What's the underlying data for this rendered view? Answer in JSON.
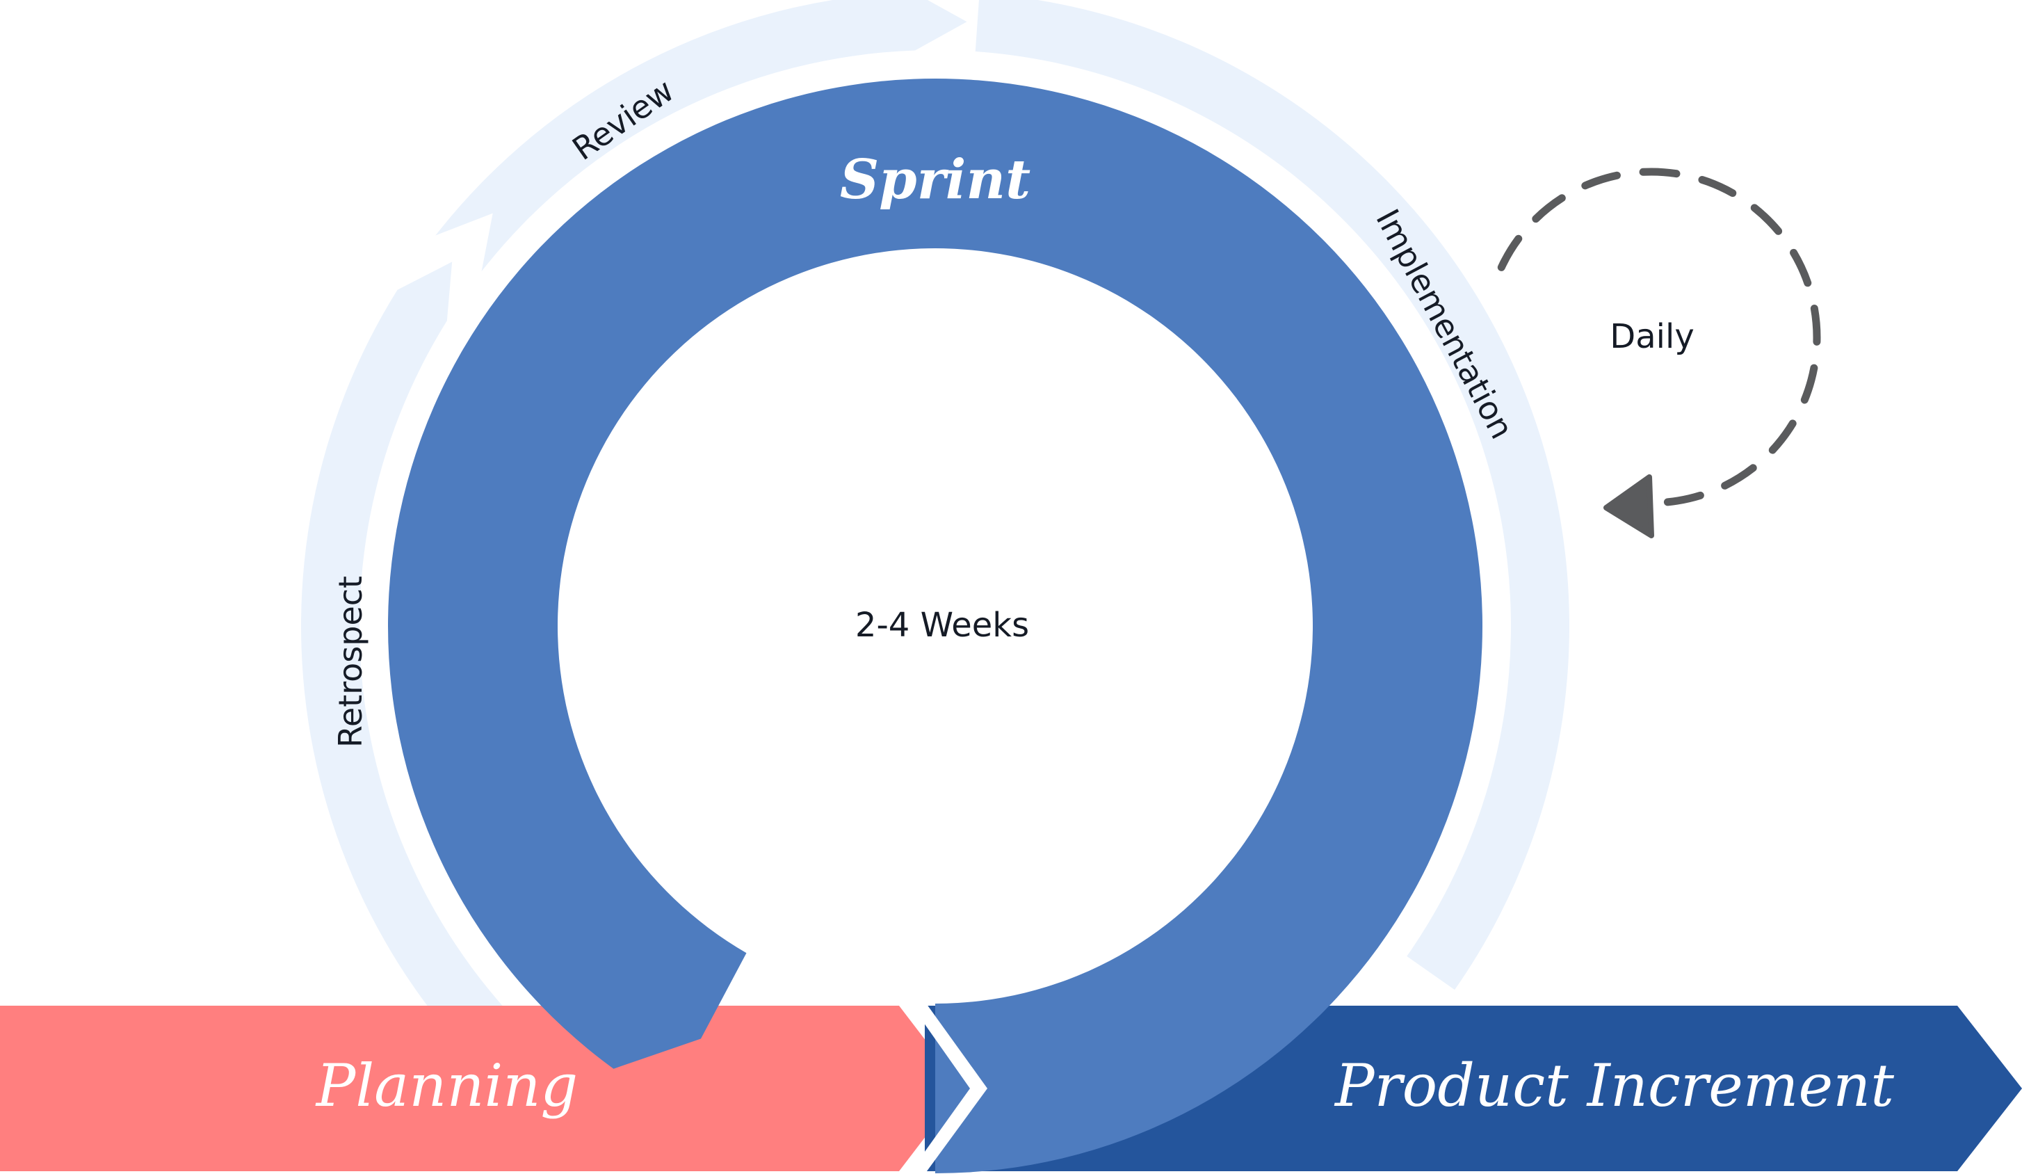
{
  "diagram": {
    "title": "Sprint",
    "duration": "2-4 Weeks",
    "phases": [
      {
        "label": "Review"
      },
      {
        "label": "Implementation"
      },
      {
        "label": "Retrospect"
      }
    ],
    "daily_loop": {
      "label": "Daily"
    },
    "flow": {
      "start": "Planning",
      "end": "Product Increment"
    },
    "colors": {
      "sprint_ring": "#4e7cbf",
      "phase_ring": "#eaf2fc",
      "planning": "#ff7f7f",
      "product_increment": "#24559c",
      "dashed_loop": "#5a5b5d",
      "text_dark": "#151b26",
      "text_light": "#ffffff"
    }
  }
}
